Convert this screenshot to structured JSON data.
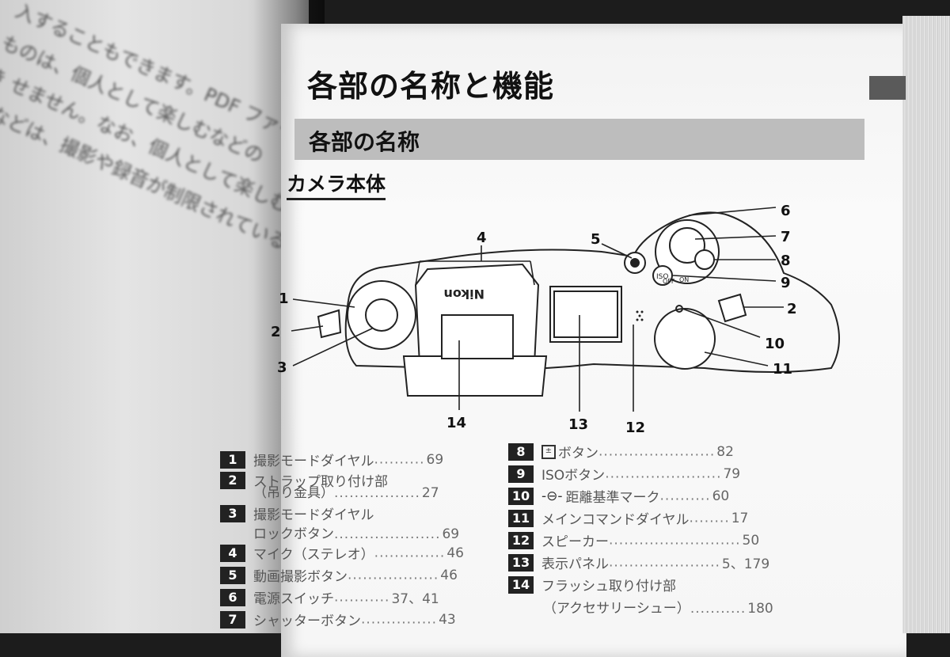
{
  "left_page": {
    "lines": [
      "ものは、個人として楽しむなどの",
      "き せません。なお、個人として楽しむなどの",
      "物などは、撮影や録音が制限されている場合が",
      "入することもできます。PDF ファイル"
    ]
  },
  "title": "各部の名称と機能",
  "section": "各部の名称",
  "subsection": "カメラ本体",
  "diagram": {
    "brand": "Nikon",
    "switch_off": "OFF",
    "switch_on": "ON",
    "iso_label": "ISO",
    "callouts": [
      "1",
      "2",
      "3",
      "4",
      "5",
      "6",
      "7",
      "8",
      "9",
      "2",
      "10",
      "11",
      "12",
      "13",
      "14"
    ]
  },
  "parts_left": [
    {
      "num": "1",
      "label": "撮影モードダイヤル",
      "page": "69"
    },
    {
      "num": "2",
      "label": "ストラップ取り付け部",
      "sub": "（吊り金具）",
      "page": "27"
    },
    {
      "num": "3",
      "label": "撮影モードダイヤル",
      "sub": "ロックボタン",
      "page": "69"
    },
    {
      "num": "4",
      "label": "マイク（ステレオ）",
      "page": "46"
    },
    {
      "num": "5",
      "label": "動画撮影ボタン",
      "page": "46"
    },
    {
      "num": "6",
      "label": "電源スイッチ",
      "page": "37、41"
    },
    {
      "num": "7",
      "label": "シャッターボタン",
      "page": "43"
    }
  ],
  "parts_right": [
    {
      "num": "8",
      "label": "ボタン",
      "page": "82"
    },
    {
      "num": "9",
      "label": "ISOボタン",
      "page": "79"
    },
    {
      "num": "10",
      "label": "距離基準マーク",
      "page": "60"
    },
    {
      "num": "11",
      "label": "メインコマンドダイヤル",
      "page": "17"
    },
    {
      "num": "12",
      "label": "スピーカー",
      "page": "50"
    },
    {
      "num": "13",
      "label": "表示パネル",
      "page": "5、179"
    },
    {
      "num": "14",
      "label": "フラッシュ取り付け部",
      "sub": "（アクセサリーシュー）",
      "page": "180"
    }
  ]
}
